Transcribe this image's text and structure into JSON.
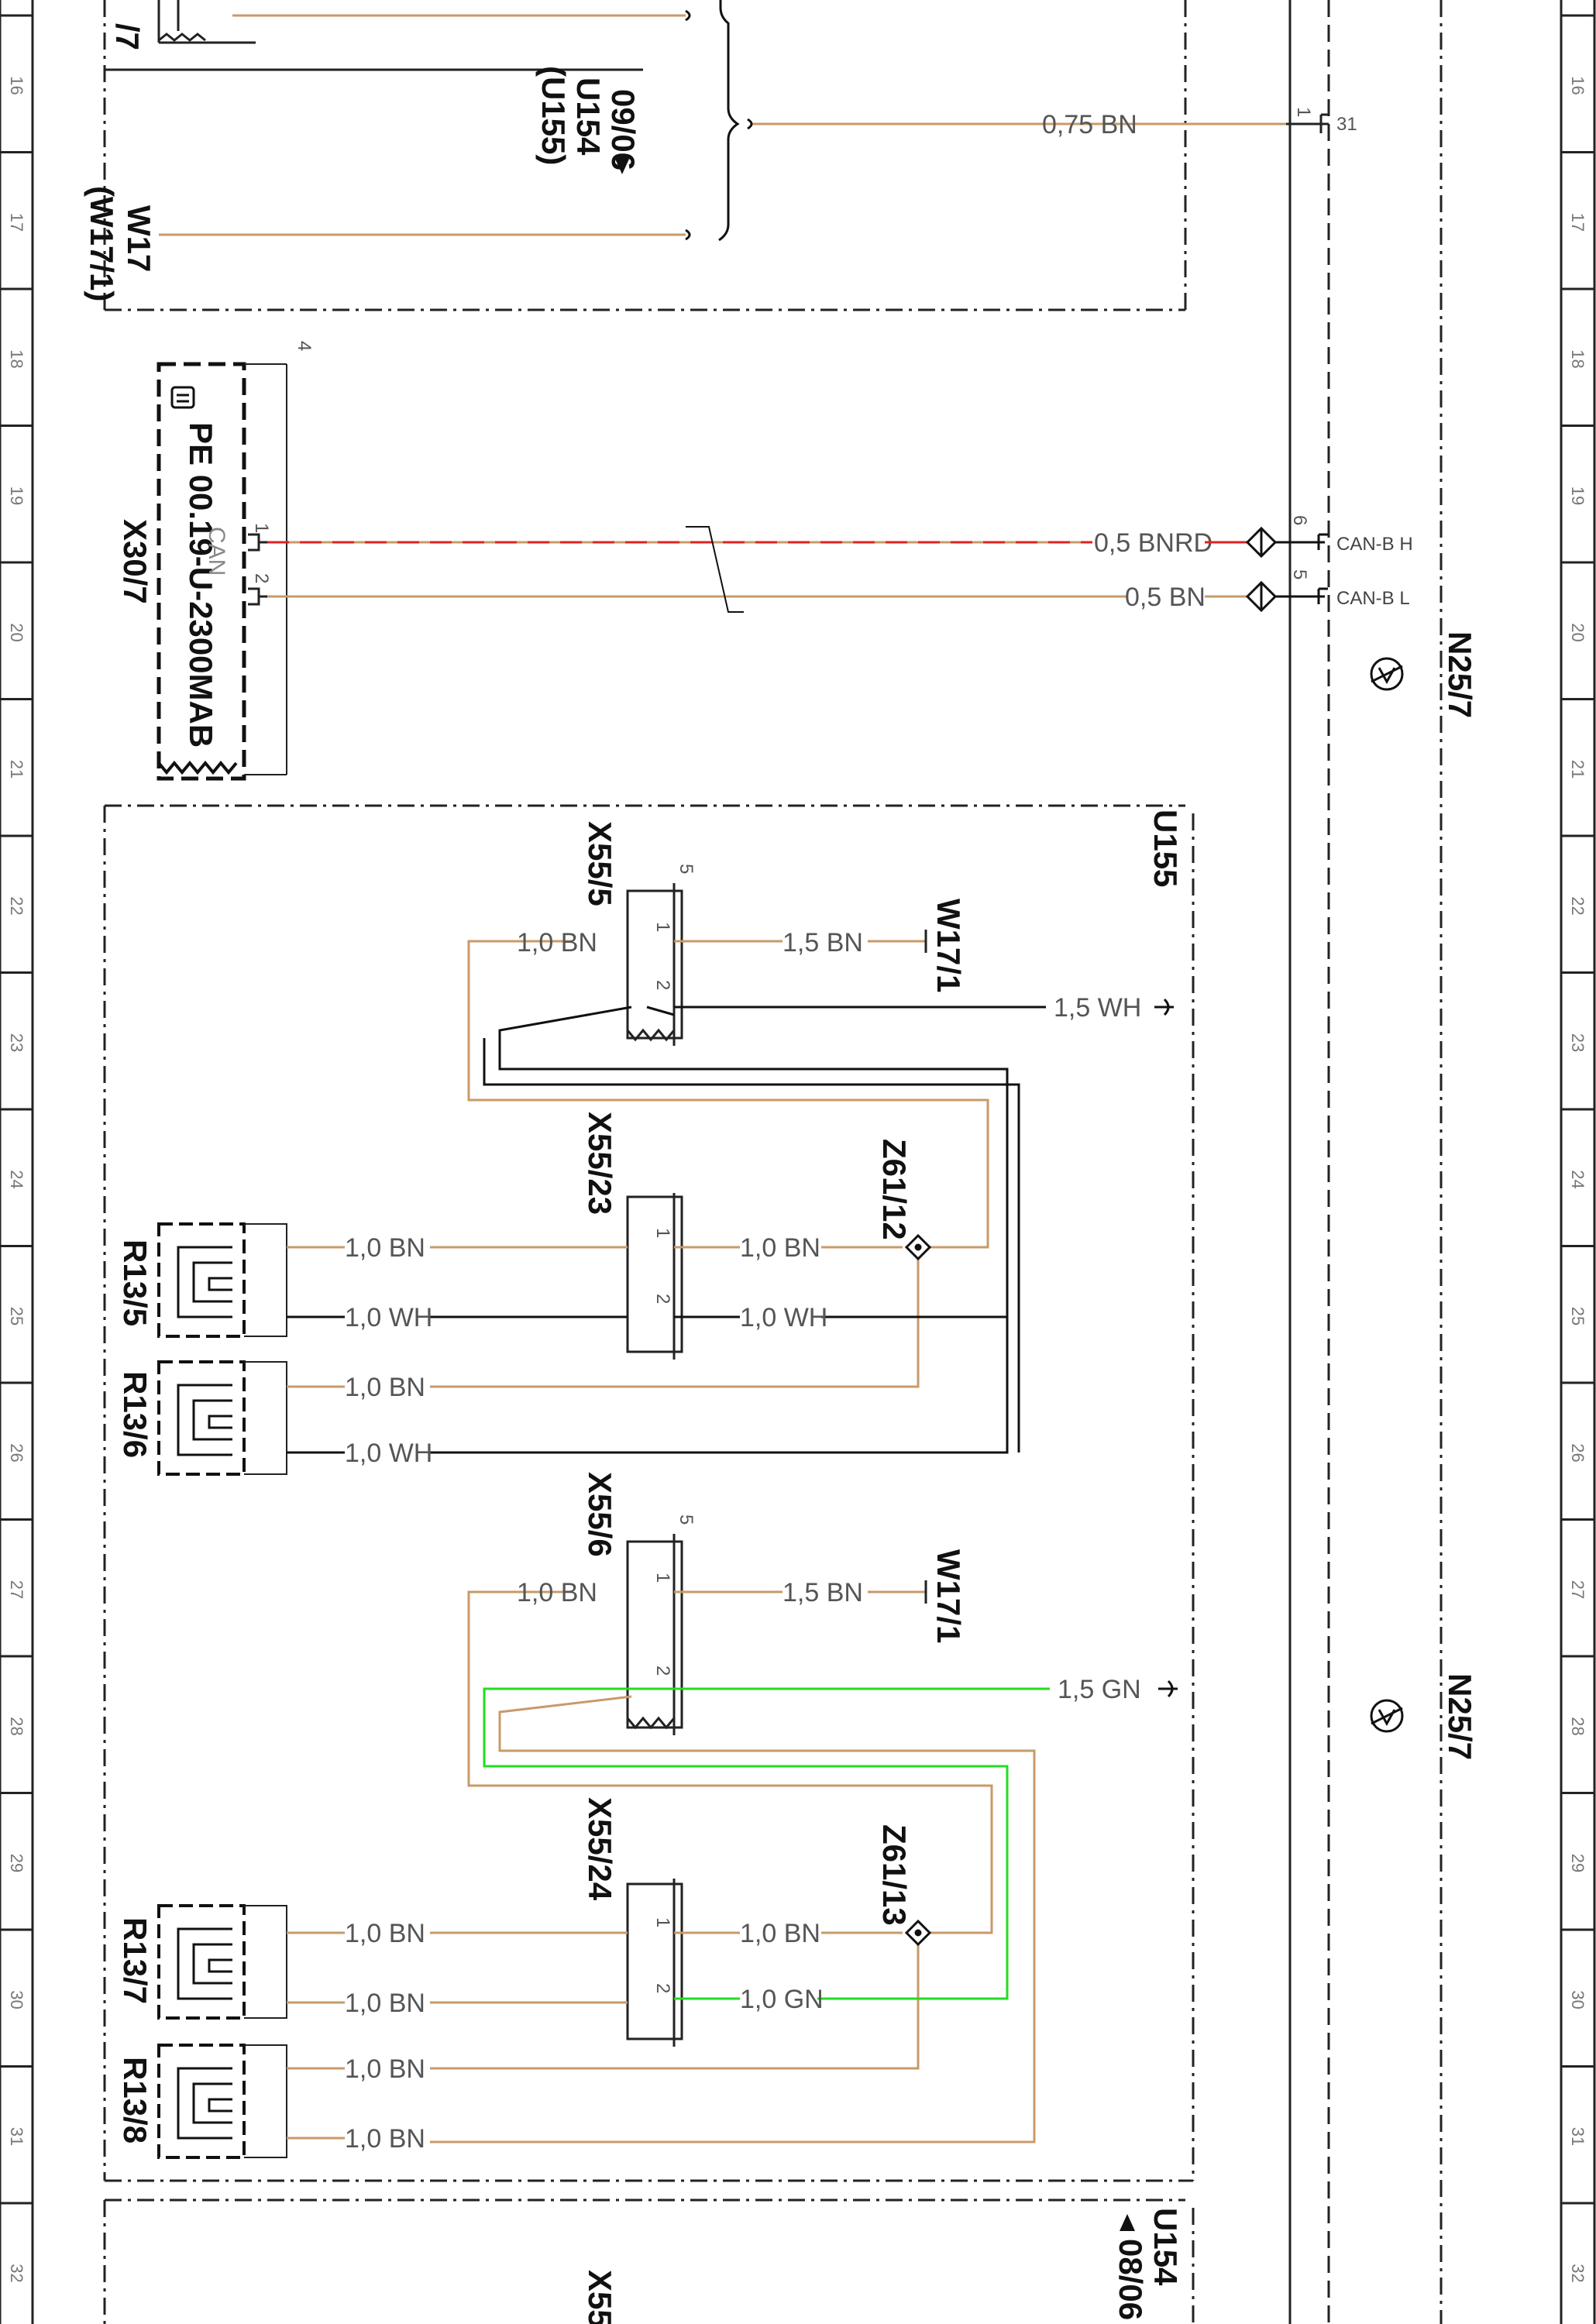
{
  "diagram": {
    "grid_numbers": [
      "16",
      "17",
      "18",
      "19",
      "20",
      "21",
      "22",
      "23",
      "24",
      "25",
      "26",
      "27",
      "28",
      "29",
      "30",
      "31",
      "32"
    ],
    "colors": {
      "brown": "#c89a6a",
      "black": "#111111",
      "green": "#22dd22",
      "red": "#dd2222",
      "frame": "#222222"
    },
    "module_top": {
      "ref_a": "09/06",
      "ref_b": "U154",
      "ref_c": "(U155)",
      "w17": "W17",
      "w17_1": "(W17/1)",
      "corner": "/7",
      "wire_ground": "0,75 BN",
      "pin_ground": "1",
      "pin_ground_num": "31"
    },
    "can_connector": {
      "name": "X30/7",
      "pe": "PE 00.19-U-2300MAB",
      "label": "CAN",
      "num": "4",
      "pin1": "1",
      "pin2": "2",
      "wire_h": "0,5 BNRD",
      "wire_l": "0,5 BN",
      "pin_h": "6",
      "pin_l": "5",
      "sig_h": "CAN-B H",
      "sig_l": "CAN-B L"
    },
    "n25": {
      "label1": "N25/7",
      "label2": "N25/7"
    },
    "u155": {
      "name": "U155",
      "x55_5": {
        "name": "X55/5",
        "num": "5",
        "p1": "1",
        "p2": "2"
      },
      "x55_23": {
        "name": "X55/23",
        "p1": "1",
        "p2": "2"
      },
      "x55_6": {
        "name": "X55/6",
        "num": "5",
        "p1": "1",
        "p2": "2"
      },
      "x55_24": {
        "name": "X55/24",
        "p1": "1",
        "p2": "2"
      },
      "z61_12": "Z61/12",
      "z61_13": "Z61/13",
      "w17_1a": "W17/1",
      "w17_1b": "W17/1",
      "r13_5": "R13/5",
      "r13_6": "R13/6",
      "r13_7": "R13/7",
      "r13_8": "R13/8",
      "wires": {
        "w_10bn": "1,0 BN",
        "w_15bn": "1,5 BN",
        "w_15wh": "1,5 WH",
        "w_10wh": "1,0 WH",
        "w_15gn": "1,5 GN",
        "w_10gn": "1,0 GN"
      },
      "pin1": "1",
      "pin2": "2"
    },
    "u154_bottom": {
      "name": "U154",
      "ref": "08/06",
      "x55": "X55"
    }
  }
}
